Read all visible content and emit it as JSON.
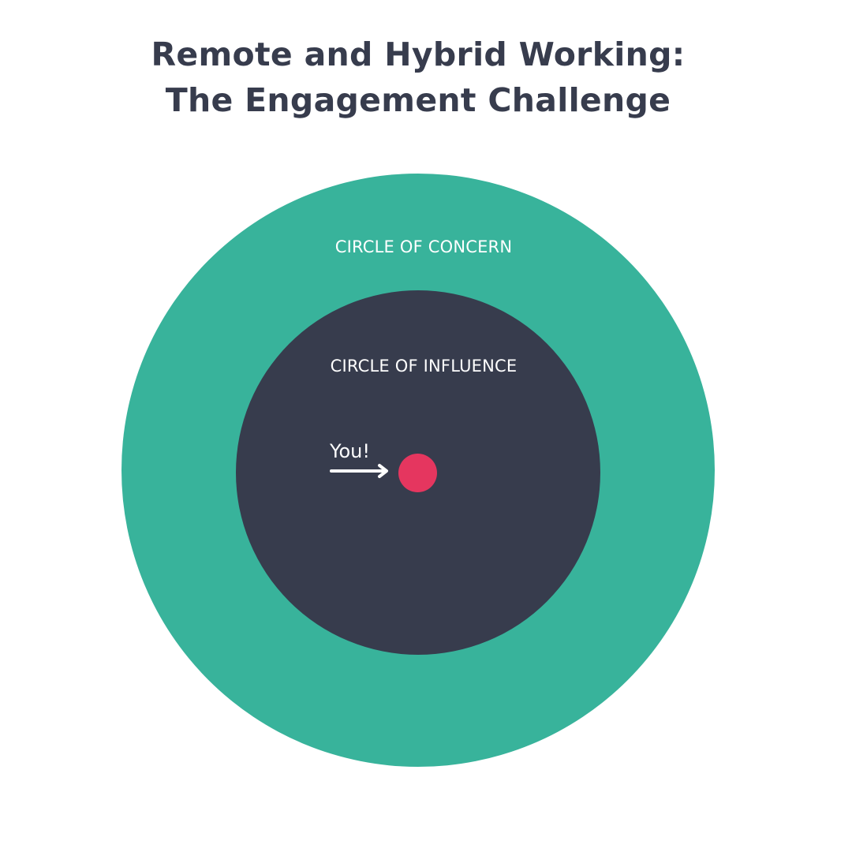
{
  "title": {
    "line1": "Remote and Hybrid Working:",
    "line2": "The Engagement Challenge"
  },
  "diagram": {
    "outer_label": "CIRCLE OF CONCERN",
    "inner_label": "CIRCLE OF INFLUENCE",
    "marker_label": "You!"
  },
  "colors": {
    "title": "#373c4d",
    "outer_circle": "#38b39b",
    "inner_circle": "#373c4d",
    "marker_dot": "#e5365f",
    "label_text": "#ffffff"
  },
  "icons": {
    "pointer": "right-arrow-icon"
  }
}
